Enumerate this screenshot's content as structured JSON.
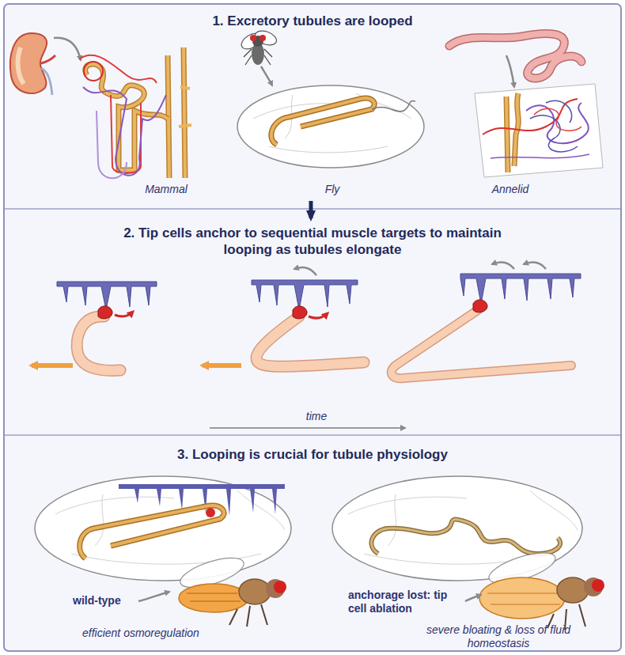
{
  "diagram": {
    "nodes": [
      {
        "text": [
          "1. Excretory tubules are looped"
        ]
      },
      {
        "text": [
          "2. Tip cells anchor to sequential muscle targets to maintain looping as tubules elongate"
        ]
      },
      {
        "text": [
          "3. Looping is crucial for tubule physiology"
        ]
      }
    ],
    "edges": [
      {
        "from": 0,
        "to": 1,
        "arrow": "to"
      }
    ],
    "labels": [
      "Mammal",
      "Fly",
      "Annelid",
      "time",
      "wild-type",
      "efficient osmoregulation",
      "anchorage lost: tip cell ablation",
      "severe bloating & loss of fluid homeostasis"
    ]
  }
}
